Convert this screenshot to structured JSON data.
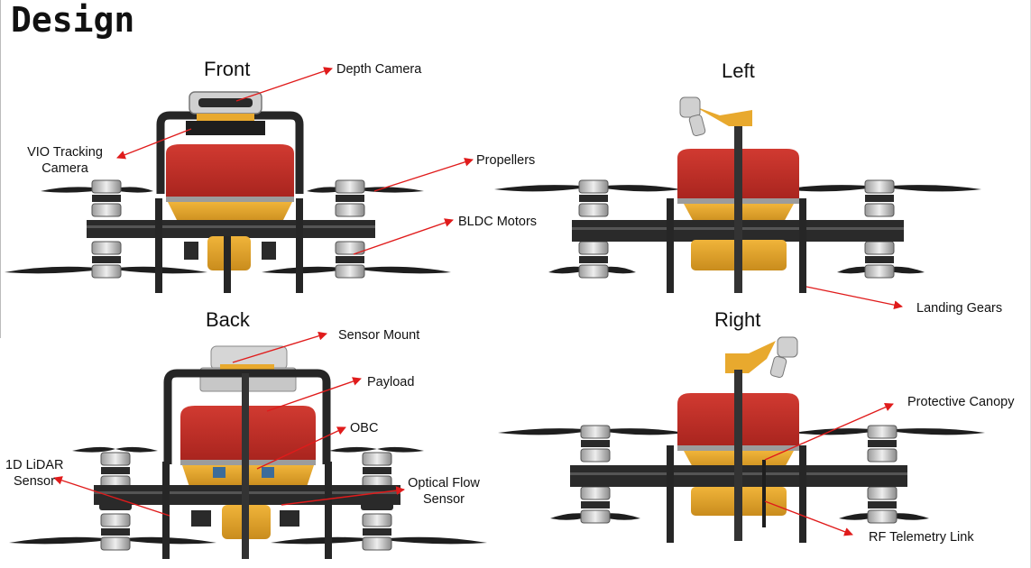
{
  "title": "Design",
  "views": {
    "front": "Front",
    "left": "Left",
    "back": "Back",
    "right": "Right"
  },
  "callouts": {
    "depth_camera": "Depth Camera",
    "vio_line1": "VIO Tracking",
    "vio_line2": "Camera",
    "propellers": "Propellers",
    "bldc_motors": "BLDC Motors",
    "landing_gears": "Landing Gears",
    "sensor_mount": "Sensor Mount",
    "payload": "Payload",
    "obc": "OBC",
    "lidar_line1": "1D LiDAR",
    "lidar_line2": "Sensor",
    "optical_line1": "Optical Flow",
    "optical_line2": "Sensor",
    "protective_canopy": "Protective Canopy",
    "rf_telemetry": "RF Telemetry Link"
  },
  "colors": {
    "canopy_red": "#c8322a",
    "frame_yellow": "#e8a92e",
    "carbon_black": "#262626",
    "arrow_red": "#e01b1b",
    "motor_silver": "#d8d8d8"
  }
}
